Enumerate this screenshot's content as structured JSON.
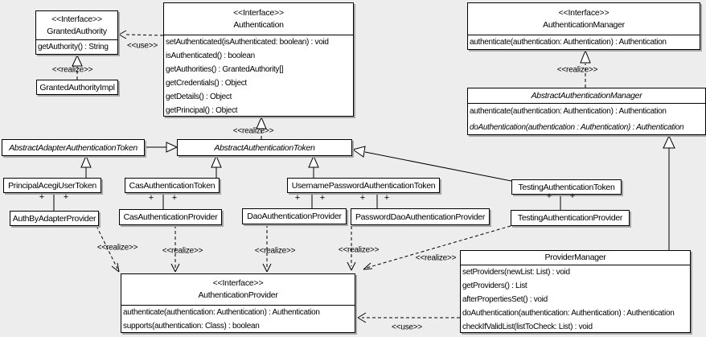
{
  "diagram_type": "uml-class-diagram",
  "colors": {
    "background": "#ededed",
    "box_fill": "#ffffff",
    "line": "#000000",
    "shadow": "#a6a6a6"
  },
  "edge_labels": {
    "use": "<<use>>",
    "realize": "<<realize>>",
    "plus": "+"
  },
  "classes": {
    "granted_authority": {
      "stereotype": "<<Interface>>",
      "name": "GrantedAuthority",
      "methods": [
        "getAuthority() : String"
      ]
    },
    "granted_authority_impl": {
      "name": "GrantedAuthorityImpl"
    },
    "authentication": {
      "stereotype": "<<Interface>>",
      "name": "Authentication",
      "methods": [
        "setAuthenticated(isAuthenticated: boolean) : void",
        "isAuthenticated() : boolean",
        "getAuthorities() : GrantedAuthority[]",
        "getCredentials() : Object",
        "getDetails() : Object",
        "getPrincipal() : Object"
      ]
    },
    "authentication_manager": {
      "stereotype": "<<Interface>>",
      "name": "AuthenticationManager",
      "methods": [
        "authenticate(authentication: Authentication) : Authentication"
      ]
    },
    "abstract_authentication_manager": {
      "name": "AbstractAuthenticationManager",
      "methods": [
        "authenticate(authentication: Authentication) : Authentication",
        "doAuthentication(authentication : Authentication) : Authentication"
      ]
    },
    "abstract_adapter_authentication_token": {
      "name": "AbstractAdapterAuthenticationToken"
    },
    "abstract_authentication_token": {
      "name": "AbstractAuthenticationToken"
    },
    "principal_acegi_user_token": {
      "name": "PrincipalAcegiUserToken"
    },
    "cas_authentication_token": {
      "name": "CasAuthenticationToken"
    },
    "username_password_authentication_token": {
      "name": "UsernamePasswordAuthenticationToken"
    },
    "testing_authentication_token": {
      "name": "TestingAuthenticationToken"
    },
    "auth_by_adapter_provider": {
      "name": "AuthByAdapterProvider"
    },
    "cas_authentication_provider": {
      "name": "CasAuthenticationProvider"
    },
    "dao_authentication_provider": {
      "name": "DaoAuthenticationProvider"
    },
    "password_dao_authentication_provider": {
      "name": "PasswordDaoAuthenticationProvider"
    },
    "testing_authentication_provider": {
      "name": "TestingAuthenticationProvider"
    },
    "authentication_provider": {
      "stereotype": "<<Interface>>",
      "name": "AuthenticationProvider",
      "methods": [
        "authenticate(authentication: Authentication) : Authentication",
        "supports(authentication: Class) : boolean"
      ]
    },
    "provider_manager": {
      "name": "ProviderManager",
      "methods": [
        "setProviders(newList: List) : void",
        "getProviders() : List",
        "afterPropertiesSet() : void",
        "doAuthentication(authentication: Authentication) : Authentication",
        "checkIfValidList(listToCheck: List) : void"
      ]
    }
  }
}
